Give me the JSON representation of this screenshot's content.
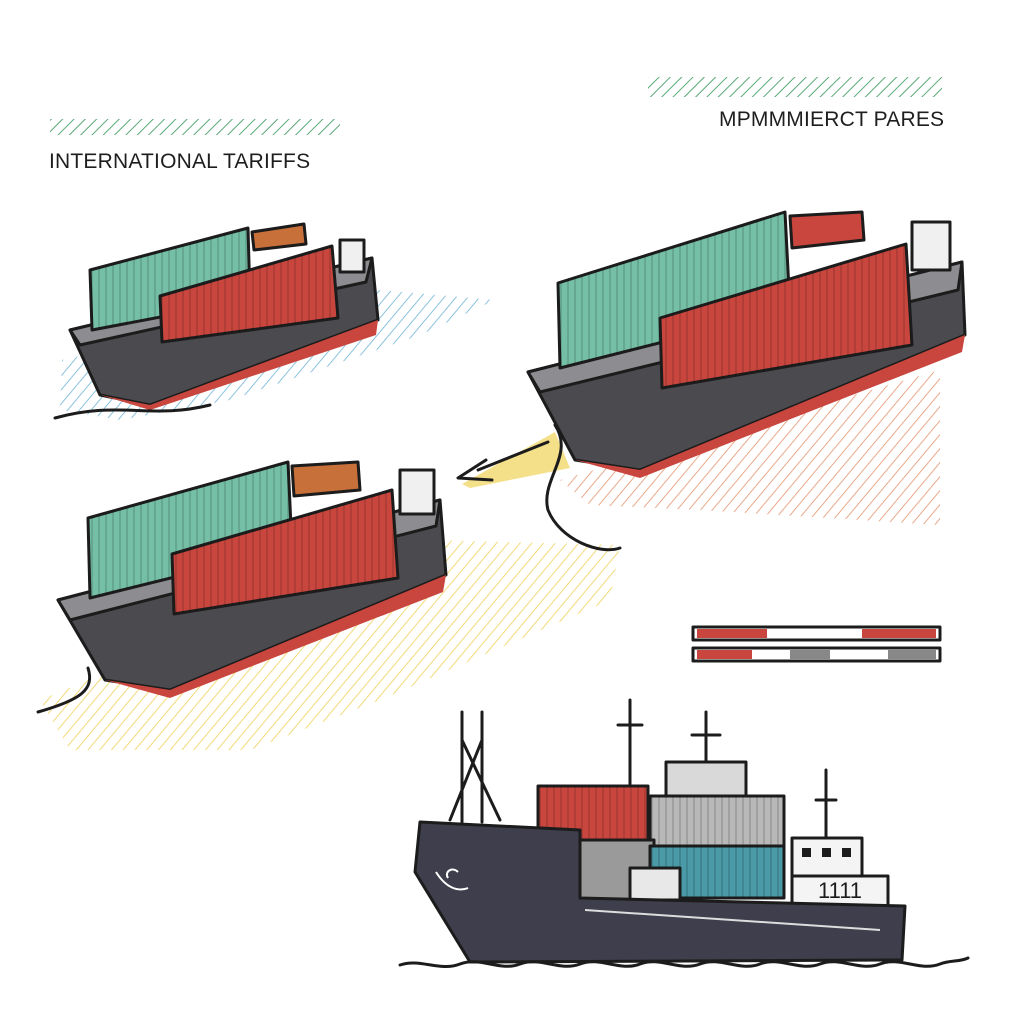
{
  "labels": {
    "left_heading": "INTERNATIONAL TARIFFS",
    "right_heading": "MPMMMIERCT PARES",
    "freighter_hull_numbers": "1111"
  },
  "colors": {
    "container_green": "#74bfa6",
    "container_red": "#c9463e",
    "container_orange": "#c8703a",
    "hull_dark": "#4b4b4f",
    "hull_stripe": "#c9463e",
    "water_blue": "#6fb3d6",
    "water_orange": "#e5946e",
    "water_yellow": "#f0d66a",
    "arrow_yellow": "#f5e08a",
    "heading_stripes": "#5aa878",
    "freighter_hull": "#3e3e4c",
    "freighter_teal": "#4a9aa8",
    "freighter_grey": "#b8b8b8"
  },
  "icons": [
    "cargo-ship-icon",
    "freighter-icon",
    "arrow-icon",
    "barrier-bar-icon"
  ]
}
